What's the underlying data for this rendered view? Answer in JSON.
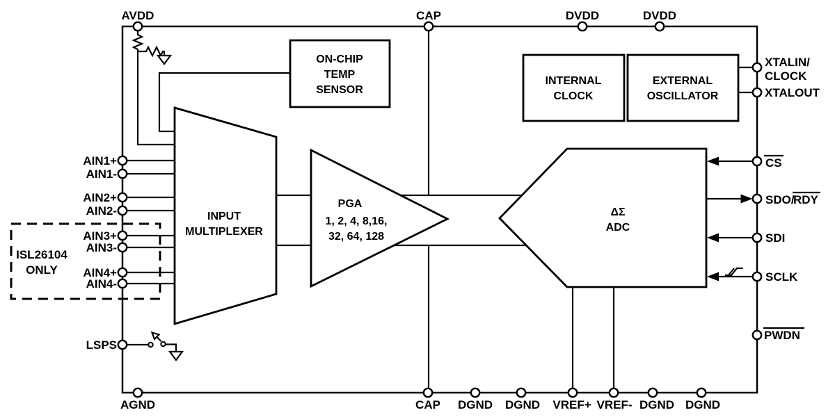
{
  "pins": {
    "top": [
      "AVDD",
      "CAP",
      "DVDD",
      "DVDD"
    ],
    "bottom": [
      "AGND",
      "CAP",
      "DGND",
      "DGND",
      "VREF+",
      "VREF-",
      "DGND",
      "DGND"
    ],
    "left": [
      "AIN1+",
      "AIN1-",
      "AIN2+",
      "AIN2-",
      "AIN3+",
      "AIN3-",
      "AIN4+",
      "AIN4-",
      "LSPS"
    ],
    "right": {
      "xtal_line1": "XTALIN/",
      "xtal_line2": "CLOCK",
      "xtalout": "XTALOUT",
      "cs": "CS",
      "sdo_prefix": "SDO/",
      "sdo_suffix": "RDY",
      "sdi": "SDI",
      "sclk": "SCLK",
      "pwdn": "PWDN"
    }
  },
  "blocks": {
    "temp_sensor": {
      "lines": [
        "ON-CHIP",
        "TEMP",
        "SENSOR"
      ]
    },
    "internal_clock": {
      "lines": [
        "INTERNAL",
        "CLOCK"
      ]
    },
    "external_oscillator": {
      "lines": [
        "EXTERNAL",
        "OSCILLATOR"
      ]
    },
    "input_multiplexer": {
      "lines": [
        "INPUT",
        "MULTIPLEXER"
      ]
    },
    "pga": {
      "lines": [
        "PGA",
        "1, 2, 4, 8,16,",
        "32, 64, 128"
      ]
    },
    "adc": {
      "lines": [
        "ΔΣ",
        "ADC"
      ]
    }
  },
  "annotations": {
    "isl26104": {
      "lines": [
        "ISL26104",
        "ONLY"
      ]
    }
  },
  "colors": {
    "line": "#000000",
    "background": "#ffffff"
  }
}
